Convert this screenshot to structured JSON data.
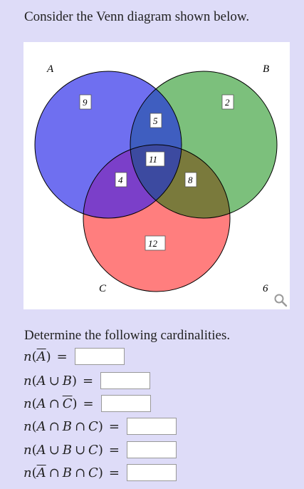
{
  "question": "Consider the Venn diagram shown below.",
  "venn": {
    "set_labels": {
      "A": "A",
      "B": "B",
      "C": "C"
    },
    "regions": {
      "a_only": "9",
      "b_only": "2",
      "ab_only": "5",
      "abc": "11",
      "ac_only": "4",
      "bc_only": "8",
      "c_only": "12",
      "outside": "6"
    },
    "colors": {
      "A": "#6f6ff0",
      "B": "#7cc07c",
      "C": "#ff7e7e"
    }
  },
  "zoom_icon": "magnifier-icon",
  "prompt": "Determine the following cardinalities.",
  "rows": [
    {
      "n": "n",
      "lp": "(",
      "s1": "A",
      "rp": ")",
      "eq": "=",
      "value": ""
    },
    {
      "n": "n",
      "lp": "(",
      "s1": "A",
      "op1": "∪",
      "s2": "B",
      "rp": ")",
      "eq": "=",
      "value": ""
    },
    {
      "n": "n",
      "lp": "(",
      "s1": "A",
      "op1": "∩",
      "s2": "C",
      "rp": ")",
      "eq": "=",
      "value": ""
    },
    {
      "n": "n",
      "lp": "(",
      "s1": "A",
      "op1": "∩",
      "s2": "B",
      "op2": "∩",
      "s3": "C",
      "rp": ")",
      "eq": "=",
      "value": ""
    },
    {
      "n": "n",
      "lp": "(",
      "s1": "A",
      "op1": "∪",
      "s2": "B",
      "op2": "∪",
      "s3": "C",
      "rp": ")",
      "eq": "=",
      "value": ""
    },
    {
      "n": "n",
      "lp": "(",
      "s1": "A",
      "op1": "∩",
      "s2": "B",
      "op2": "∩",
      "s3": "C",
      "rp": ")",
      "eq": "=",
      "value": ""
    }
  ]
}
